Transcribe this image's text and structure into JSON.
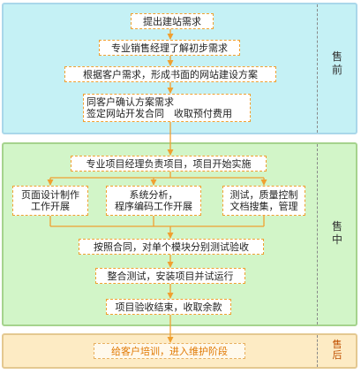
{
  "pre_sales": {
    "label": "售前",
    "steps": [
      "提出建站需求",
      "专业销售经理了解初步需求",
      "根据客户需求，形成书面的网站建设方案"
    ],
    "contract": {
      "line1": "同客户确认方案需求",
      "line2": "签定网站开发合同　收取预付费用"
    }
  },
  "mid_sales": {
    "label": "售中",
    "start": "专业项目经理负责项目，项目开始实施",
    "branches": [
      {
        "line1": "页面设计制作",
        "line2": "工作开展"
      },
      {
        "line1": "系统分析，",
        "line2": "程序编码工作开展"
      },
      {
        "line1": "测试，质量控制",
        "line2": "文档搜集，管理"
      }
    ],
    "steps": [
      "按照合同，对单个模块分别测试验收",
      "整合测试，安装项目并试运行",
      "项目验收结束，收取余款"
    ]
  },
  "post_sales": {
    "label": "售后",
    "step": "给客户培训，进入维护阶段"
  },
  "colors": {
    "arrow": "#f0a030",
    "pre_bg": "#c5f1f5",
    "mid_bg": "#d2f5c8",
    "post_bg": "#fdebc4"
  }
}
